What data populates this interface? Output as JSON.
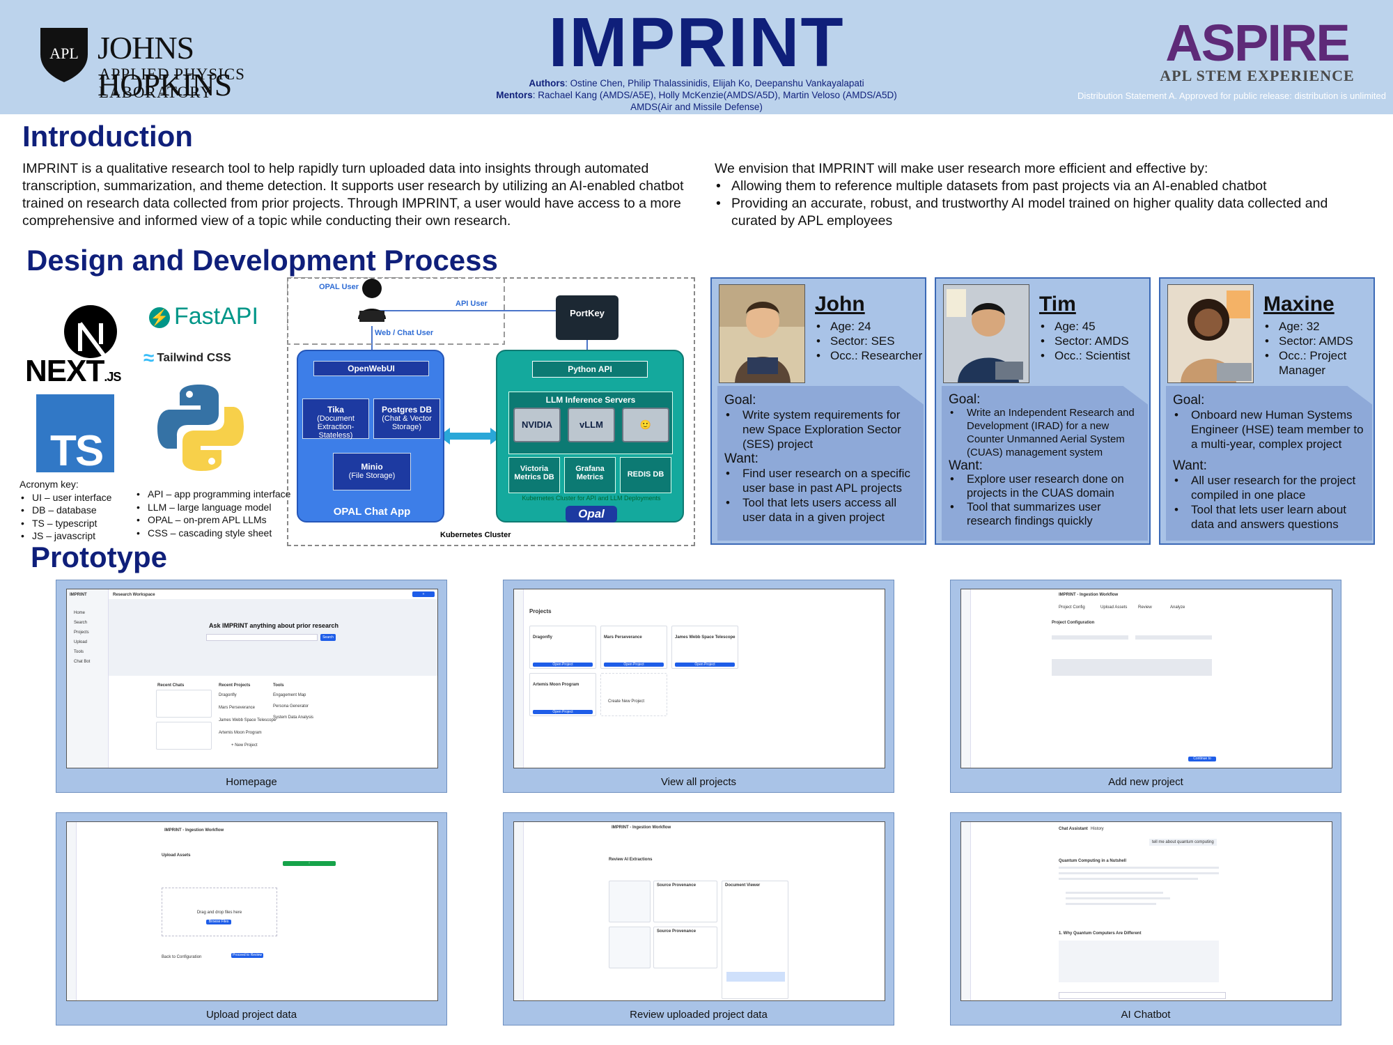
{
  "header": {
    "org_line1": "JOHNS HOPKINS",
    "org_line2": "APPLIED PHYSICS LABORATORY",
    "org_shield": "APL",
    "title": "IMPRINT",
    "authors_label": "Authors",
    "authors": ": Ostine Chen, Philip Thalassinidis, Elijah Ko, Deepanshu Vankayalapati",
    "mentors_label": "Mentors",
    "mentors": ": Rachael Kang (AMDS/A5E),  Holly McKenzie(AMDS/A5D),  Martin Veloso (AMDS/A5D)",
    "amds": "AMDS(Air  and  Missile Defense)",
    "aspire": "ASPIRE",
    "aspire_sub": "APL STEM EXPERIENCE",
    "distribution": "Distribution Statement A. Approved for public release: distribution is unlimited"
  },
  "intro": {
    "heading": "Introduction",
    "left_text": "IMPRINT is a qualitative research tool to help rapidly turn uploaded data into insights through automated transcription, summarization, and theme detection. It supports user research by utilizing an AI-enabled chatbot trained on research data collected from prior projects. Through IMPRINT, a user would have access to a more comprehensive and informed view of a topic while conducting their own research.",
    "right_lead": "We envision that IMPRINT will make user research more efficient and effective by:",
    "right_bullets": [
      "Allowing them to reference multiple datasets from past projects via an AI-enabled chatbot",
      "Providing an accurate, robust, and trustworthy AI model trained on higher quality data collected and curated by APL employees"
    ]
  },
  "design": {
    "heading": "Design and Development Process",
    "logos": {
      "next": "NEXT",
      "next_small": ".JS",
      "fastapi": "FastAPI",
      "fastapi_icon": "lightning-icon",
      "tailwind": "Tailwind CSS",
      "ts": "TS"
    },
    "acronym_title": "Acronym key:",
    "acronyms_left": [
      "UI – user interface",
      "DB – database",
      "TS – typescript",
      "JS – javascript"
    ],
    "acronyms_right": [
      "API – app programming interface",
      "LLM – large language model",
      "OPAL – on-prem APL LLMs",
      "CSS – cascading style sheet"
    ]
  },
  "architecture": {
    "opal_user": "OPAL User",
    "api_user": "API User",
    "web_user": "Web / Chat User",
    "portkey": "PortKey",
    "openwebui": "OpenWebUI",
    "tika_title": "Tika",
    "tika_sub": "(Document Extraction-Stateless)",
    "pg_title": "Postgres DB",
    "pg_sub": "(Chat & Vector Storage)",
    "minio_title": "Minio",
    "minio_sub": "(File Storage)",
    "opal_chat_app": "OPAL Chat App",
    "python_api": "Python API",
    "llm_servers": "LLM Inference Servers",
    "server_labels": [
      "NVIDIA",
      "vLLM",
      "🙂"
    ],
    "victoria": "Victoria Metrics DB",
    "grafana": "Grafana Metrics",
    "redis": "REDIS DB",
    "k8s_note": "Kubernetes Cluster for API and LLM Deployments",
    "opal_logo": "Opal",
    "k8s_label": "Kubernetes Cluster"
  },
  "personas": [
    {
      "name": "John",
      "attrs": [
        "Age: 24",
        "Sector: SES",
        "Occ.: Researcher"
      ],
      "goal_label": "Goal:",
      "goals": [
        "Write system requirements for new Space Exploration Sector (SES) project"
      ],
      "want_label": "Want:",
      "wants": [
        "Find user research on a specific user base in past APL projects",
        "Tool that lets users access all user data in a given project"
      ]
    },
    {
      "name": "Tim",
      "attrs": [
        "Age: 45",
        "Sector: AMDS",
        "Occ.: Scientist"
      ],
      "goal_label": "Goal:",
      "goals": [
        "Write an Independent Research and Development (IRAD) for a new Counter Unmanned Aerial System (CUAS) management system"
      ],
      "want_label": "Want:",
      "wants": [
        "Explore user research done on projects in the CUAS domain",
        "Tool that summarizes user research findings quickly"
      ]
    },
    {
      "name": "Maxine",
      "attrs": [
        "Age: 32",
        "Sector: AMDS",
        "Occ.: Project Manager"
      ],
      "goal_label": "Goal:",
      "goals": [
        "Onboard new Human Systems Engineer (HSE) team member to a multi-year, complex project"
      ],
      "want_label": "Want:",
      "wants": [
        "All user research for the project compiled in one place",
        "Tool that lets user learn about data and answers questions"
      ]
    }
  ],
  "prototype": {
    "heading": "Prototype",
    "captions": [
      "Homepage",
      "View all projects",
      "Add new project",
      "Upload project data",
      "Review  uploaded project data",
      "AI Chatbot"
    ],
    "home": {
      "app": "IMPRINT",
      "workspace": "Research Workspace",
      "prompt": "Ask IMPRINT anything about prior research",
      "search_btn": "Search",
      "recent_chats": "Recent Chats",
      "recent_projects": "Recent Projects",
      "tools": "Tools",
      "nav": [
        "Home",
        "Search",
        "Projects",
        "Upload",
        "Tools",
        "Chat Bot"
      ],
      "projects": [
        "Dragonfly",
        "Mars Perseverance",
        "James Webb Space Telescope",
        "Artemis Moon Program"
      ],
      "tool_items": [
        "Engagement Map",
        "Persona Generator",
        "System Data Analysis"
      ],
      "new_project": "+ New Project"
    },
    "projects": {
      "title": "Projects",
      "cards": [
        "Dragonfly",
        "Mars Perseverance",
        "James Webb Space Telescope",
        "Artemis Moon Program"
      ],
      "open_btn": "Open Project",
      "create": "Create New Project"
    },
    "ingest": {
      "title": "IMPRINT - Ingestion Workflow",
      "steps": [
        "Project Config",
        "Upload Assets",
        "Review",
        "Analyze"
      ],
      "config": "Project Configuration",
      "continue": "Continue to Upload"
    },
    "upload": {
      "title": "IMPRINT - Ingestion Workflow",
      "upload_assets": "Upload Assets",
      "drop": "Drag and drop files here",
      "browse": "Browse Files",
      "back": "Back to Configuration",
      "proceed": "Proceed to Review"
    },
    "review": {
      "title": "IMPRINT - Ingestion Workflow",
      "heading": "Review AI Extractions",
      "source": "Source Provenance",
      "viewer": "Document Viewer"
    },
    "chat": {
      "tab1": "Chat Assistant",
      "tab2": "History",
      "user_msg": "tell me about quantum computing",
      "answer_title": "Quantum Computing in a Nutshell",
      "section": "1. Why Quantum Computers Are Different"
    }
  }
}
